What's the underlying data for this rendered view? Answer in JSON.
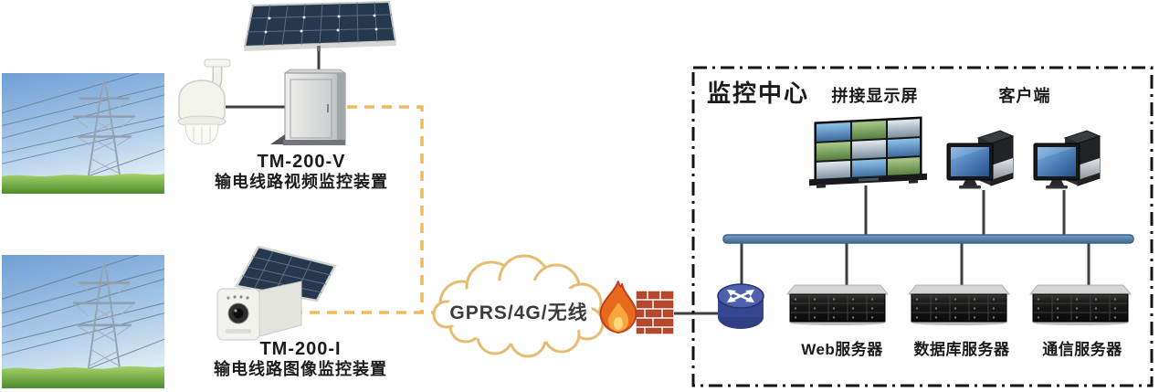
{
  "field": {
    "video_device": {
      "model": "TM-200-V",
      "name": "输电线路视频监控装置"
    },
    "image_device": {
      "model": "TM-200-I",
      "name": "输电线路图像监控装置"
    }
  },
  "network": {
    "cloud_label": "GPRS/4G/无线"
  },
  "center": {
    "title": "监控中心",
    "display_wall": "拼接显示屏",
    "clients": "客户端",
    "servers": [
      "Web服务器",
      "数据库服务器",
      "通信服务器"
    ]
  },
  "icons": [
    "transmission-tower-photo",
    "solar-panel-icon",
    "ptz-camera-icon",
    "control-cabinet-icon",
    "solar-camera-icon",
    "cloud-icon",
    "firewall-icon",
    "router-icon",
    "video-wall-icon",
    "desktop-pc-icon",
    "rack-server-icon"
  ],
  "colors": {
    "wireless_dashed": "#efb95f",
    "lan_bus": "#5b82a8",
    "border": "#141414",
    "firewall_brick": "#b9472b",
    "flame": "#e66a1e",
    "router": "#37478f",
    "screen_blue": "#4a7fbb"
  }
}
